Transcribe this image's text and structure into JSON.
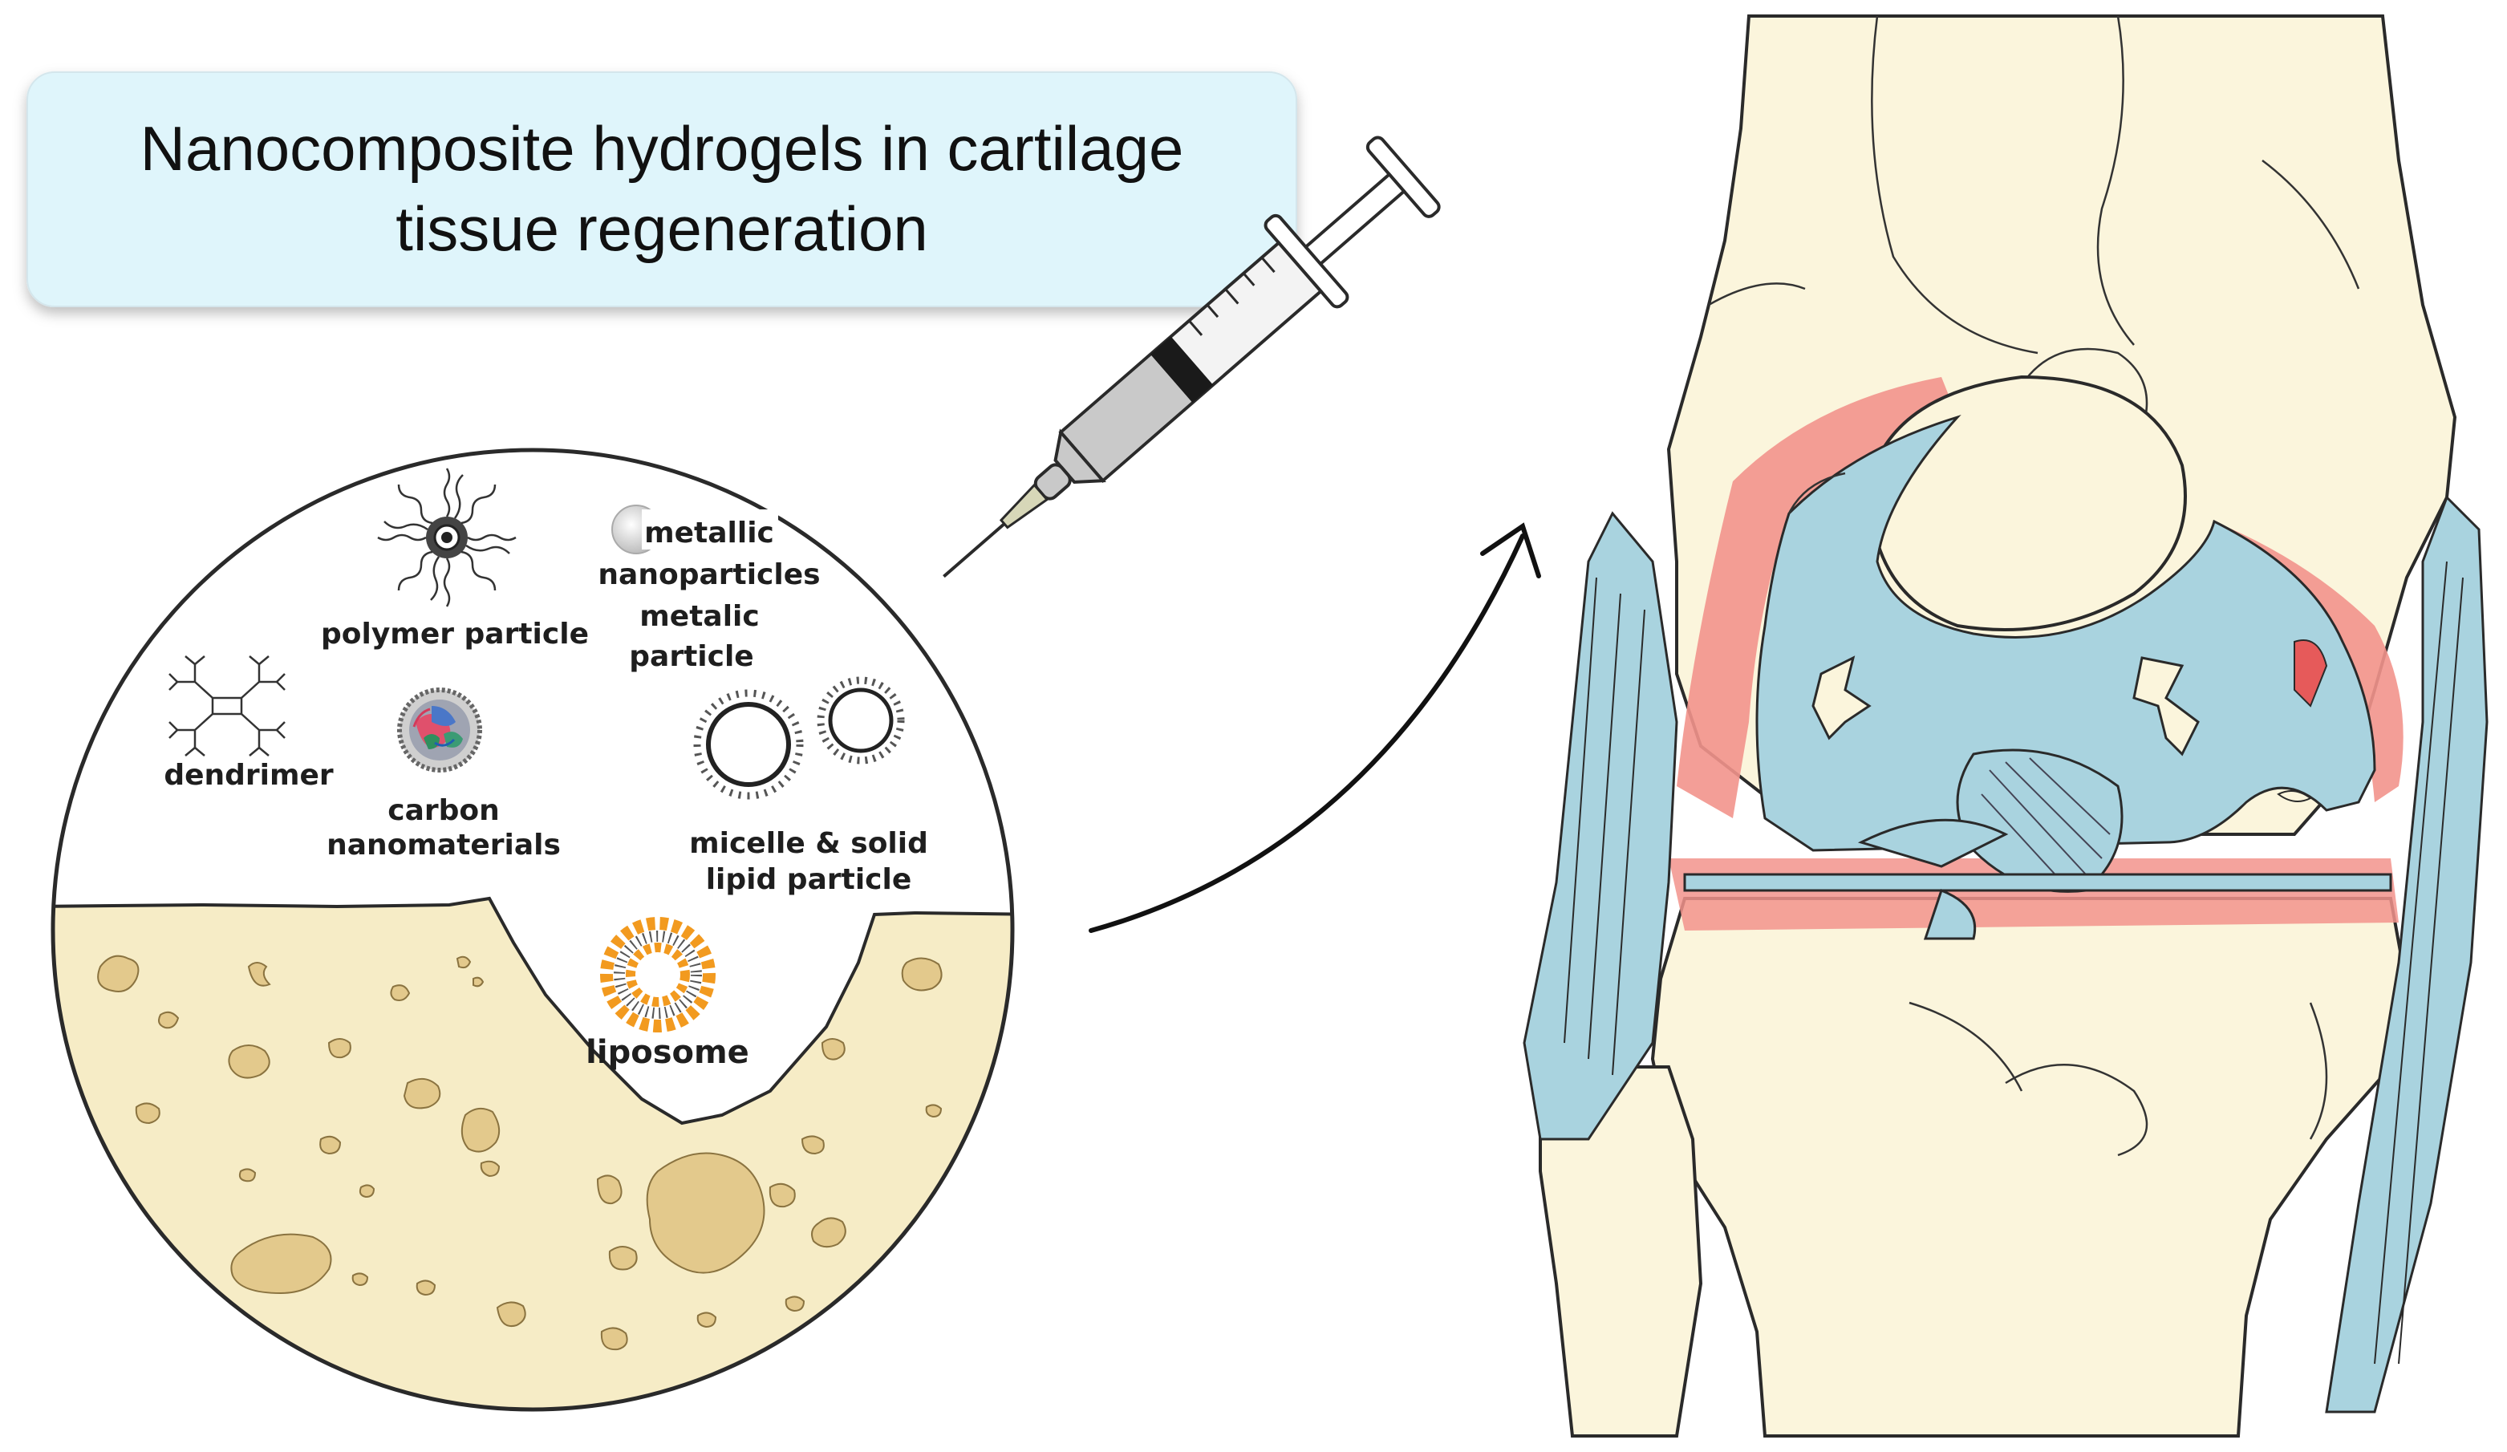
{
  "title": {
    "line1": "Nanocomposite hydrogels in cartilage",
    "line2": "tissue regeneration"
  },
  "inset": {
    "labels": {
      "polymer_particle": "polymer particle",
      "metallic_line1": "metallic",
      "metallic_line2": "nanoparticles",
      "metalic_line1": "metalic",
      "metalic_line2": "particle",
      "dendrimer": "dendrimer",
      "carbon_line1": "carbon",
      "carbon_line2": "nanomaterials",
      "micelle_line1": "micelle & solid",
      "micelle_line2": "lipid particle",
      "liposome": "liposome"
    }
  },
  "colors": {
    "title_box_fill": "#dff5fb",
    "bone": "#fbf5dc",
    "bone_outline": "#2a2a2a",
    "cartilage_pink": "#f2938c",
    "synovial_blue": "#a9d3df",
    "tissue_tan": "#f6ecc6",
    "pore": "#e3c98c",
    "liposome_orange": "#f29a1f"
  }
}
